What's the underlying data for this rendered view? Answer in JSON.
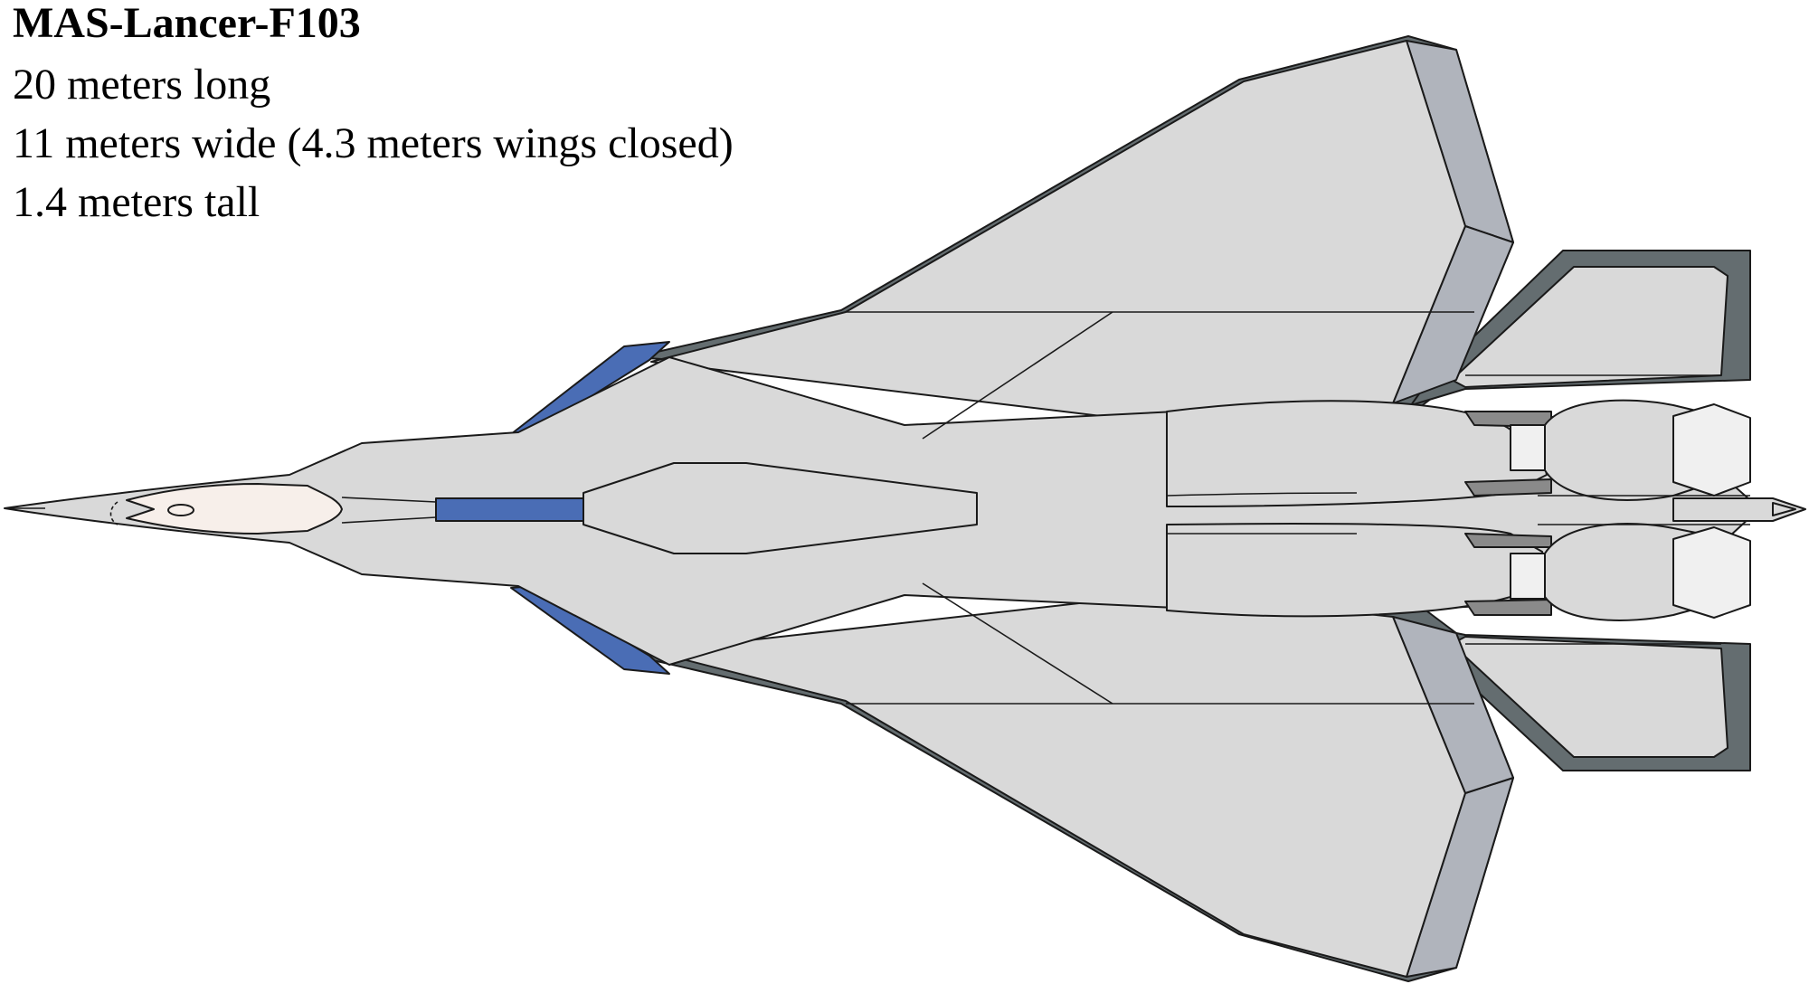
{
  "specs": {
    "name": "MAS-Lancer-F103",
    "length": "20 meters long",
    "width": "11 meters wide (4.3 meters wings closed)",
    "height": "1.4 meters tall"
  },
  "colors": {
    "body": "#d9d9d9",
    "outline": "#1a1a1a",
    "edge_dark": "#646d70",
    "edge_slate": "#b0b4bc",
    "accent_blue": "#4a6db5",
    "canopy": "#f7efea",
    "nozzle": "#f0f0f0",
    "exhaust_dark": "#8a8a8a"
  }
}
